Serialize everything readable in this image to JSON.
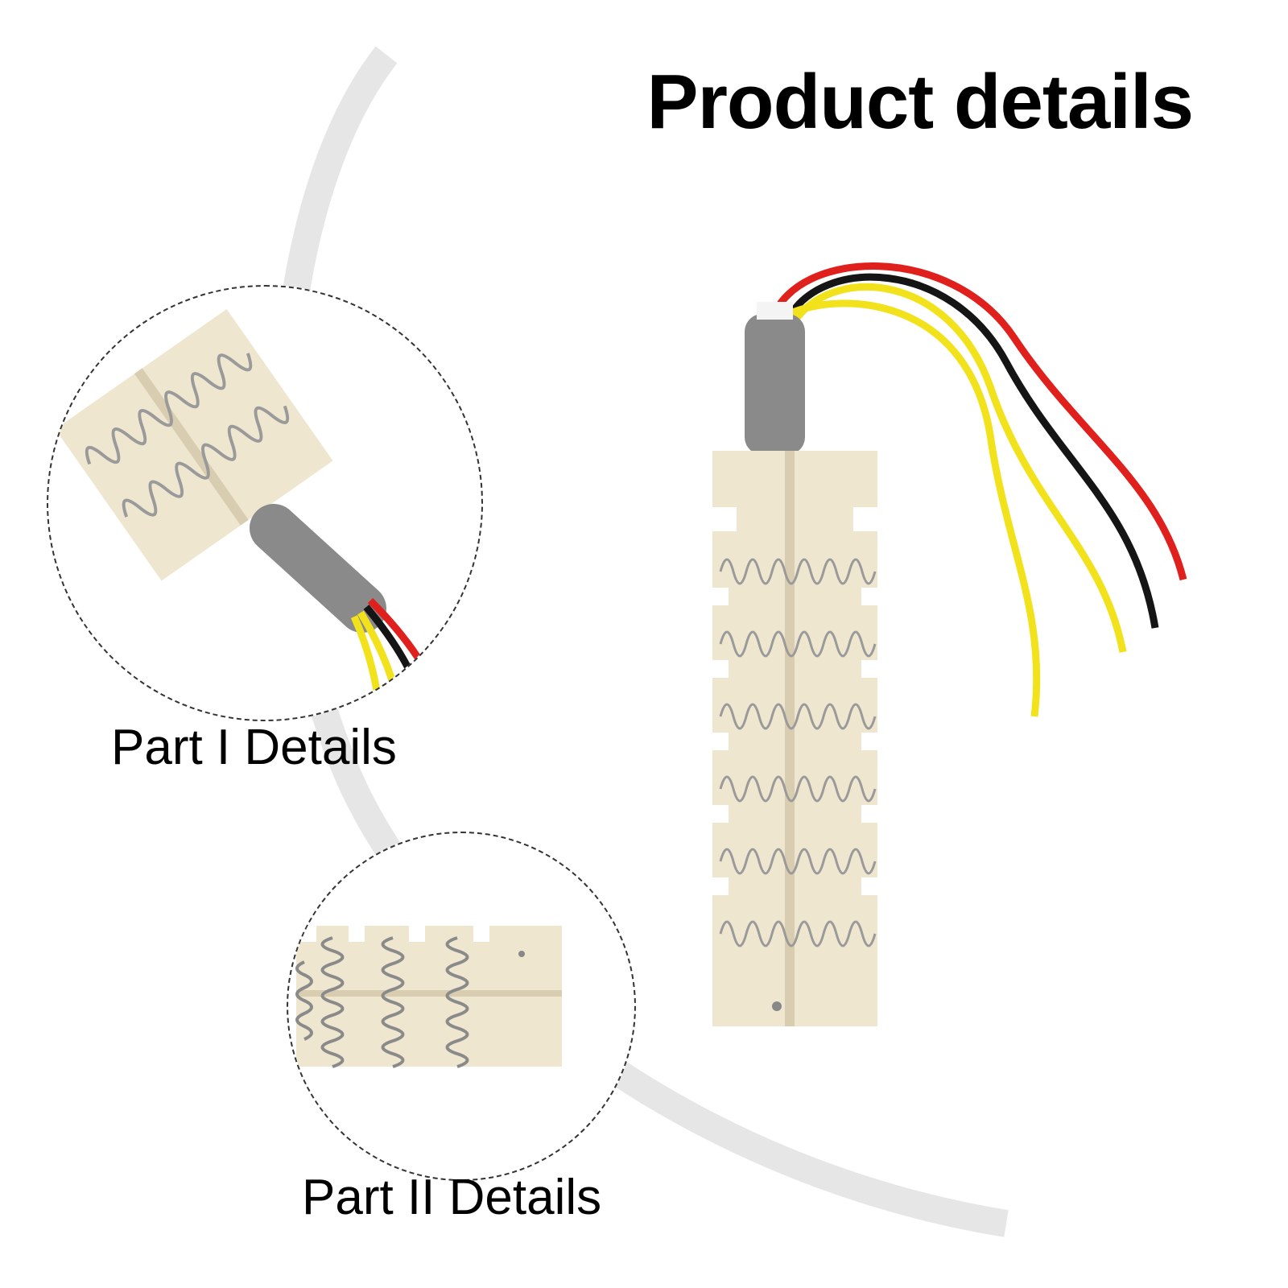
{
  "title": "Product details",
  "captions": {
    "part1": "Part I Details",
    "part2": "Part II Details"
  },
  "colors": {
    "ceramic": "#efe6cf",
    "ceramic_shadow": "#d8cdb0",
    "sleeve": "#8a8a8a",
    "wire_red": "#e0201c",
    "wire_black": "#151515",
    "wire_yellow": "#f2e21b",
    "coil": "#9a9a9a",
    "arc": "#e8e8e8"
  },
  "icons": {
    "main": "heating-element-photo",
    "detail1": "wire-end-closeup",
    "detail2": "coil-closeup"
  }
}
